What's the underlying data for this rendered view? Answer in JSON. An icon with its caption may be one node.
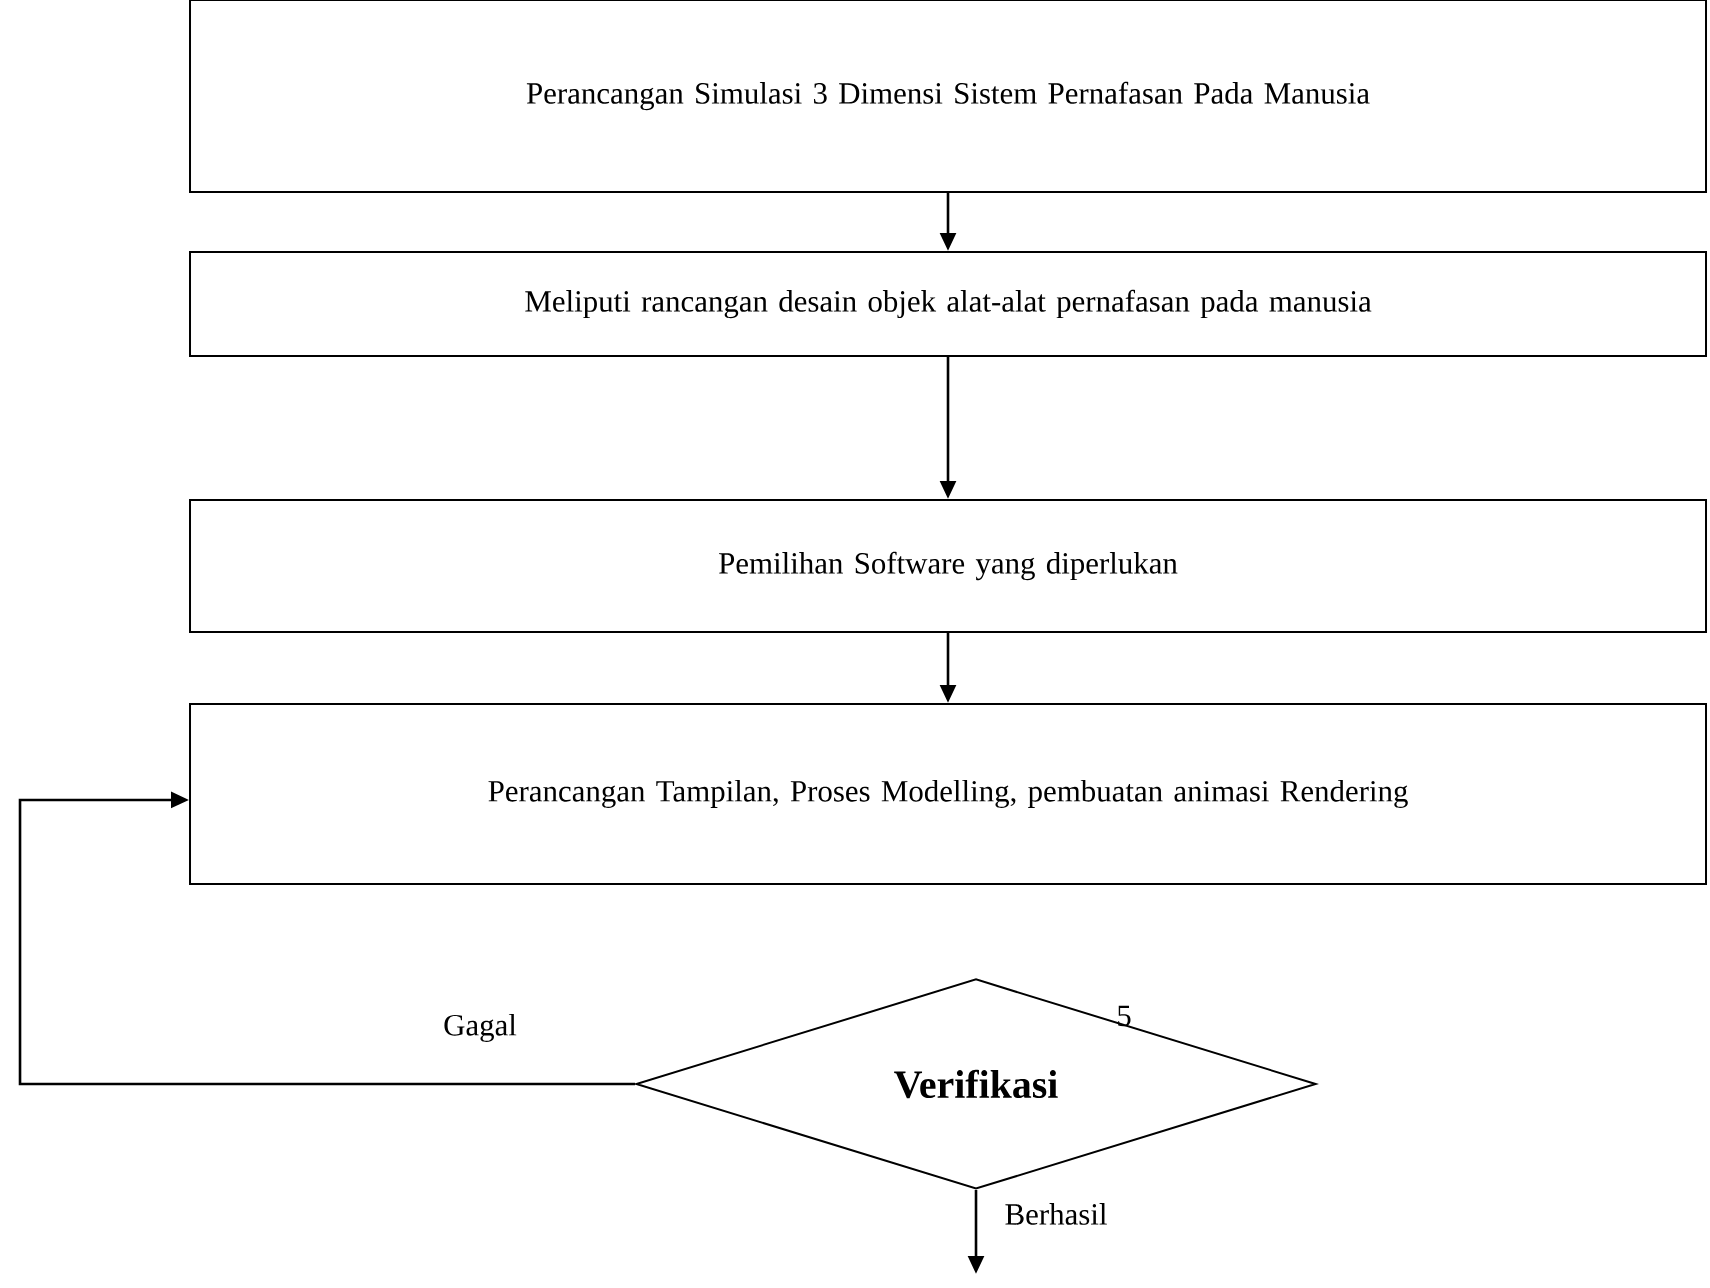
{
  "diagram": {
    "nodes": [
      {
        "text": [
          "Perancangan Simulasi 3 Dimensi Sistem Pernafasan Pada Manusia"
        ]
      },
      {
        "text": [
          "Meliputi rancangan desain objek alat-alat pernafasan pada manusia"
        ]
      },
      {
        "text": [
          "Pemilihan Software yang diperlukan"
        ]
      },
      {
        "text": [
          "Perancangan Tampilan, Proses Modelling, pembuatan animasi Rendering"
        ]
      },
      {
        "text": [
          "Verifikasi"
        ]
      }
    ],
    "edges": [
      {
        "from": 0,
        "to": 1,
        "arrow": "to"
      },
      {
        "from": 1,
        "to": 2,
        "arrow": "to"
      },
      {
        "from": 2,
        "to": 3,
        "arrow": "to"
      },
      {
        "from": 4,
        "to": 3,
        "arrow": "to",
        "label": "Gagal"
      },
      {
        "from": 4,
        "to": null,
        "arrow": "to",
        "label": "Berhasil"
      }
    ],
    "labels": [
      "5"
    ]
  }
}
